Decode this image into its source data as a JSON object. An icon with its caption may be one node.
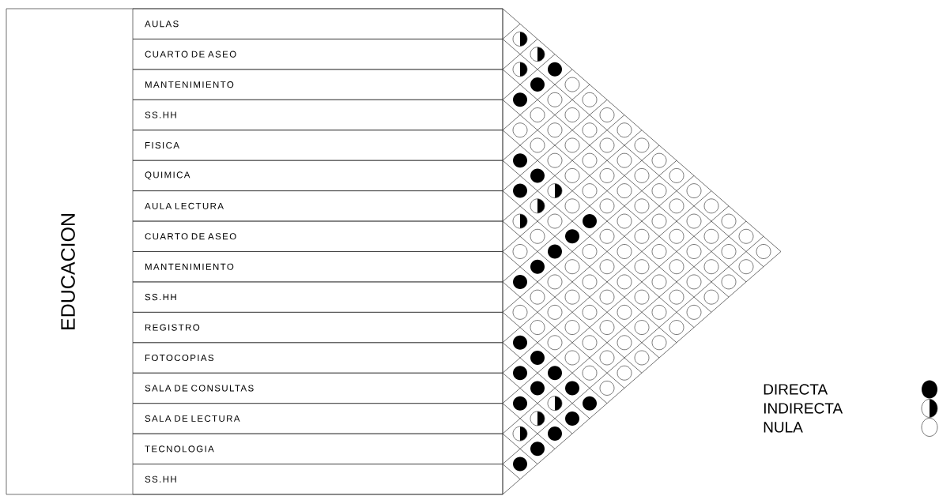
{
  "diagram": {
    "nodes": [
      {
        "text": [
          "EDUCACION"
        ]
      },
      {
        "text": [
          "AULAS"
        ],
        "in": 0
      },
      {
        "text": [
          "CUARTO DE ASEO"
        ],
        "in": 0
      },
      {
        "text": [
          "MANTENIMIENTO"
        ],
        "in": 0
      },
      {
        "text": [
          "SS.HH"
        ],
        "in": 0
      },
      {
        "text": [
          "FISICA"
        ],
        "in": 0
      },
      {
        "text": [
          "QUIMICA"
        ],
        "in": 0
      },
      {
        "text": [
          "AULA LECTURA"
        ],
        "in": 0
      },
      {
        "text": [
          "CUARTO DE ASEO"
        ],
        "in": 0
      },
      {
        "text": [
          "MANTENIMIENTO"
        ],
        "in": 0
      },
      {
        "text": [
          "SS.HH"
        ],
        "in": 0
      },
      {
        "text": [
          "REGISTRO"
        ],
        "in": 0
      },
      {
        "text": [
          "FOTOCOPIAS"
        ],
        "in": 0
      },
      {
        "text": [
          "SALA DE CONSULTAS"
        ],
        "in": 0
      },
      {
        "text": [
          "SALA DE LECTURA"
        ],
        "in": 0
      },
      {
        "text": [
          "TECNOLOGIA"
        ],
        "in": 0
      },
      {
        "text": [
          "SS.HH"
        ],
        "in": 0
      }
    ],
    "legend": [
      {
        "text": "DIRECTA"
      },
      {
        "text": "INDIRECTA"
      },
      {
        "text": "NULA"
      }
    ]
  }
}
